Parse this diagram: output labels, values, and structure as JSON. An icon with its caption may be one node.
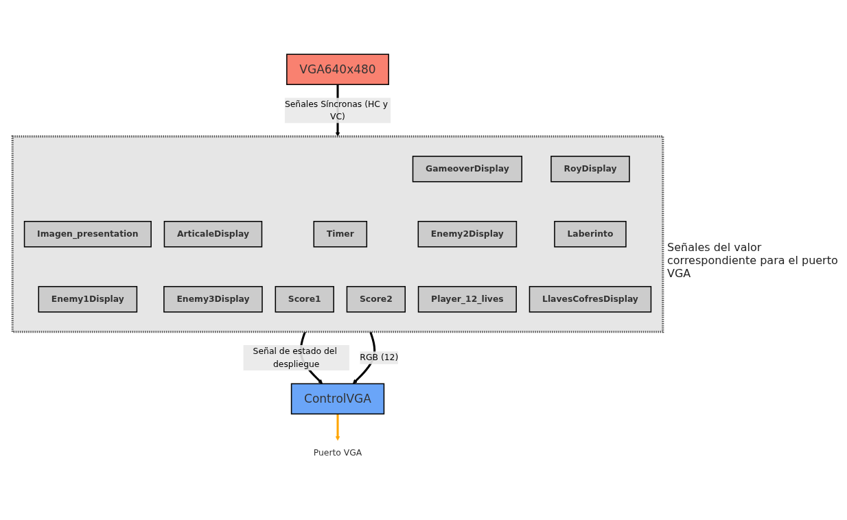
{
  "diagram": {
    "nodes": [
      {
        "text": [
          "VGA640x480"
        ]
      },
      {
        "text": [],
        "shape": "box"
      },
      {
        "text": [
          "Imagen_presentation"
        ],
        "in": 1
      },
      {
        "text": [
          "GameoverDisplay"
        ],
        "in": 1
      },
      {
        "text": [
          "ArticaleDisplay"
        ],
        "in": 1
      },
      {
        "text": [
          "RoyDisplay"
        ],
        "in": 1
      },
      {
        "text": [
          "Timer"
        ],
        "in": 1
      },
      {
        "text": [
          "Enemy1Display"
        ],
        "in": 1
      },
      {
        "text": [
          "Enemy2Display"
        ],
        "in": 1
      },
      {
        "text": [
          "Enemy3Display"
        ],
        "in": 1
      },
      {
        "text": [
          "Laberinto"
        ],
        "in": 1
      },
      {
        "text": [
          "Score1"
        ],
        "in": 1
      },
      {
        "text": [
          "Score2"
        ],
        "in": 1
      },
      {
        "text": [
          "Player_12_lives"
        ],
        "in": 1
      },
      {
        "text": [
          "LlavesCofresDisplay"
        ],
        "in": 1
      },
      {
        "text": [
          "ControlVGA"
        ]
      },
      {
        "text": [
          "Puerto VGA"
        ]
      }
    ],
    "edges": [
      {
        "from": 0,
        "to": 1,
        "arrow": "to",
        "label": "Señales Síncronas (HC y VC)"
      },
      {
        "from": 1,
        "to": 15,
        "arrow": "to",
        "label": "Señal de estado del despliegue"
      },
      {
        "from": 1,
        "to": 15,
        "arrow": "to",
        "label": "RGB (12)"
      },
      {
        "from": 15,
        "to": 16,
        "arrow": "to",
        "color": "#ffa500"
      }
    ],
    "labels": [
      "Señales del valor correspondiente para el puerto VGA"
    ]
  }
}
